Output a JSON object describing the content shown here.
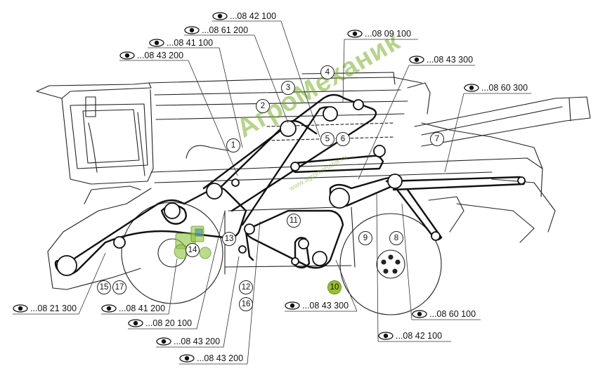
{
  "watermark": {
    "text": "АгроМеханик",
    "subtext": "www.agromehanik.ru",
    "color": "#8cc43c"
  },
  "references": [
    {
      "id": "ref-08-42-100-top",
      "label": "...08 42 100",
      "icon": "eye-icon"
    },
    {
      "id": "ref-08-61-200",
      "label": "...08 61 200",
      "icon": "eye-icon"
    },
    {
      "id": "ref-08-09-100",
      "label": "...08 09 100",
      "icon": "eye-icon"
    },
    {
      "id": "ref-08-41-100",
      "label": "...08 41 100",
      "icon": "eye-icon"
    },
    {
      "id": "ref-08-43-200-top",
      "label": "...08 43 200",
      "icon": "eye-icon"
    },
    {
      "id": "ref-08-43-300-top",
      "label": "...08 43 300",
      "icon": "eye-icon"
    },
    {
      "id": "ref-08-60-300",
      "label": "...08 60 300",
      "icon": "eye-icon"
    },
    {
      "id": "ref-08-21-300",
      "label": "...08 21 300",
      "icon": "eye-icon"
    },
    {
      "id": "ref-08-41-200",
      "label": "...08 41 200",
      "icon": "eye-icon"
    },
    {
      "id": "ref-08-20-100",
      "label": "...08 20 100",
      "icon": "eye-icon"
    },
    {
      "id": "ref-08-43-200-mid",
      "label": "...08 43 200",
      "icon": "eye-icon"
    },
    {
      "id": "ref-08-43-200-bot",
      "label": "...08 43 200",
      "icon": "eye-icon"
    },
    {
      "id": "ref-08-43-300-bot",
      "label": "...08 43 300",
      "icon": "eye-icon"
    },
    {
      "id": "ref-08-60-100",
      "label": "...08 60 100",
      "icon": "eye-icon"
    },
    {
      "id": "ref-08-42-100-bot",
      "label": "...08 42 100",
      "icon": "eye-icon"
    }
  ],
  "part_numbers": [
    "1",
    "2",
    "3",
    "4",
    "5",
    "6",
    "7",
    "8",
    "9",
    "10",
    "11",
    "12",
    "13",
    "14",
    "15",
    "16",
    "17"
  ],
  "highlighted_part": "10",
  "highlight_color": "#9bbf2a"
}
